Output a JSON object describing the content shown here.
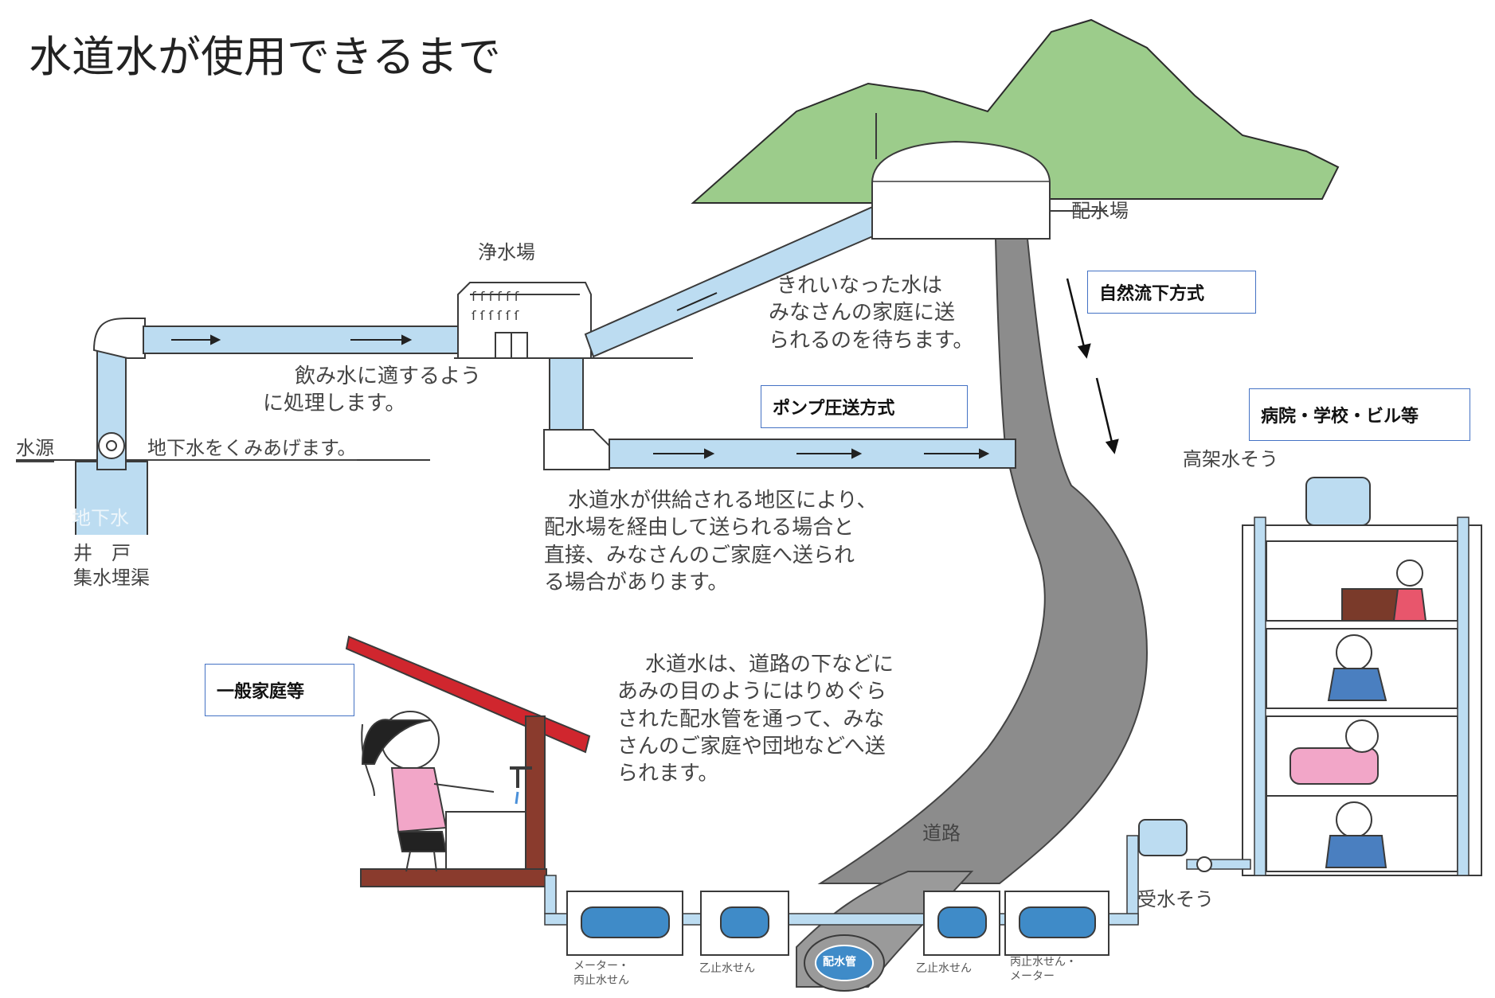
{
  "title": "水道水が使用できるまで",
  "labels": {
    "purification_plant": "浄水場",
    "distribution_reservoir": "配水場",
    "water_source": "水源",
    "groundwater_pump": "地下水をくみあげます。",
    "groundwater": "地下水",
    "well_lines": [
      "井　戸",
      "集水埋渠"
    ],
    "elevated_tank": "高架水そう",
    "receiving_tank": "受水そう",
    "road": "道路",
    "main_pipe": "配水管",
    "meter_left": [
      "メーター・",
      "丙止水せん"
    ],
    "stopcock_left": "乙止水せん",
    "stopcock_right": "乙止水せん",
    "meter_right": [
      "丙止水せん・",
      "メーター"
    ]
  },
  "texts": {
    "treatment": [
      "飲み水に適するよう",
      "に処理します。"
    ],
    "clean_water": [
      "きれいなった水は",
      "みなさんの家庭に送",
      "られるのを待ちます。"
    ],
    "supply_route": [
      "水道水が供給される地区により、",
      "配水場を経由して送られる場合と",
      "直接、みなさんのご家庭へ送られ",
      "る場合があります。"
    ],
    "distribution": [
      "水道水は、道路の下などに",
      "あみの目のようにはりめぐら",
      "された配水管を通って、みな",
      "さんのご家庭や団地などへ送",
      "られます。"
    ]
  },
  "boxes": {
    "gravity_flow": "自然流下方式",
    "pump_pressure": "ポンプ圧送方式",
    "buildings": "病院・学校・ビル等",
    "household": "一般家庭等"
  },
  "colors": {
    "pipe": "#bcdcf1",
    "line": "#3a3a3a",
    "mountain": "#9ccc8b",
    "road": "#8c8c8c",
    "roof": "#d0262e",
    "box_border": "#4472c4"
  }
}
